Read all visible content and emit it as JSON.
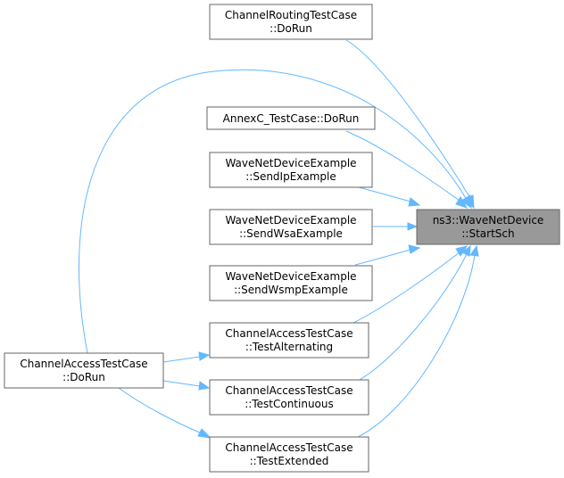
{
  "graph": {
    "nodes": {
      "routing_dorun": {
        "lines": [
          "ChannelRoutingTestCase",
          "::DoRun"
        ]
      },
      "annexc_dorun": {
        "lines": [
          "AnnexC_TestCase::DoRun"
        ]
      },
      "send_ip": {
        "lines": [
          "WaveNetDeviceExample",
          "::SendIpExample"
        ]
      },
      "send_wsa": {
        "lines": [
          "WaveNetDeviceExample",
          "::SendWsaExample"
        ]
      },
      "send_wsmp": {
        "lines": [
          "WaveNetDeviceExample",
          "::SendWsmpExample"
        ]
      },
      "test_alternating": {
        "lines": [
          "ChannelAccessTestCase",
          "::TestAlternating"
        ]
      },
      "test_continuous": {
        "lines": [
          "ChannelAccessTestCase",
          "::TestContinuous"
        ]
      },
      "test_extended": {
        "lines": [
          "ChannelAccessTestCase",
          "::TestExtended"
        ]
      },
      "access_dorun": {
        "lines": [
          "ChannelAccessTestCase",
          "::DoRun"
        ]
      },
      "start_sch": {
        "lines": [
          "ns3::WaveNetDevice",
          "::StartSch"
        ]
      }
    },
    "edges": [
      {
        "from": "routing_dorun",
        "to": "start_sch"
      },
      {
        "from": "access_dorun",
        "to": "start_sch"
      },
      {
        "from": "annexc_dorun",
        "to": "start_sch"
      },
      {
        "from": "send_ip",
        "to": "start_sch"
      },
      {
        "from": "send_wsa",
        "to": "start_sch"
      },
      {
        "from": "send_wsmp",
        "to": "start_sch"
      },
      {
        "from": "test_alternating",
        "to": "start_sch"
      },
      {
        "from": "test_continuous",
        "to": "start_sch"
      },
      {
        "from": "test_extended",
        "to": "start_sch"
      },
      {
        "from": "access_dorun",
        "to": "test_alternating"
      },
      {
        "from": "access_dorun",
        "to": "test_continuous"
      },
      {
        "from": "access_dorun",
        "to": "test_extended"
      }
    ],
    "colors": {
      "edge": "#63b8ff",
      "node_border": "#666666",
      "focus_fill": "#999999",
      "node_fill": "#ffffff"
    }
  }
}
